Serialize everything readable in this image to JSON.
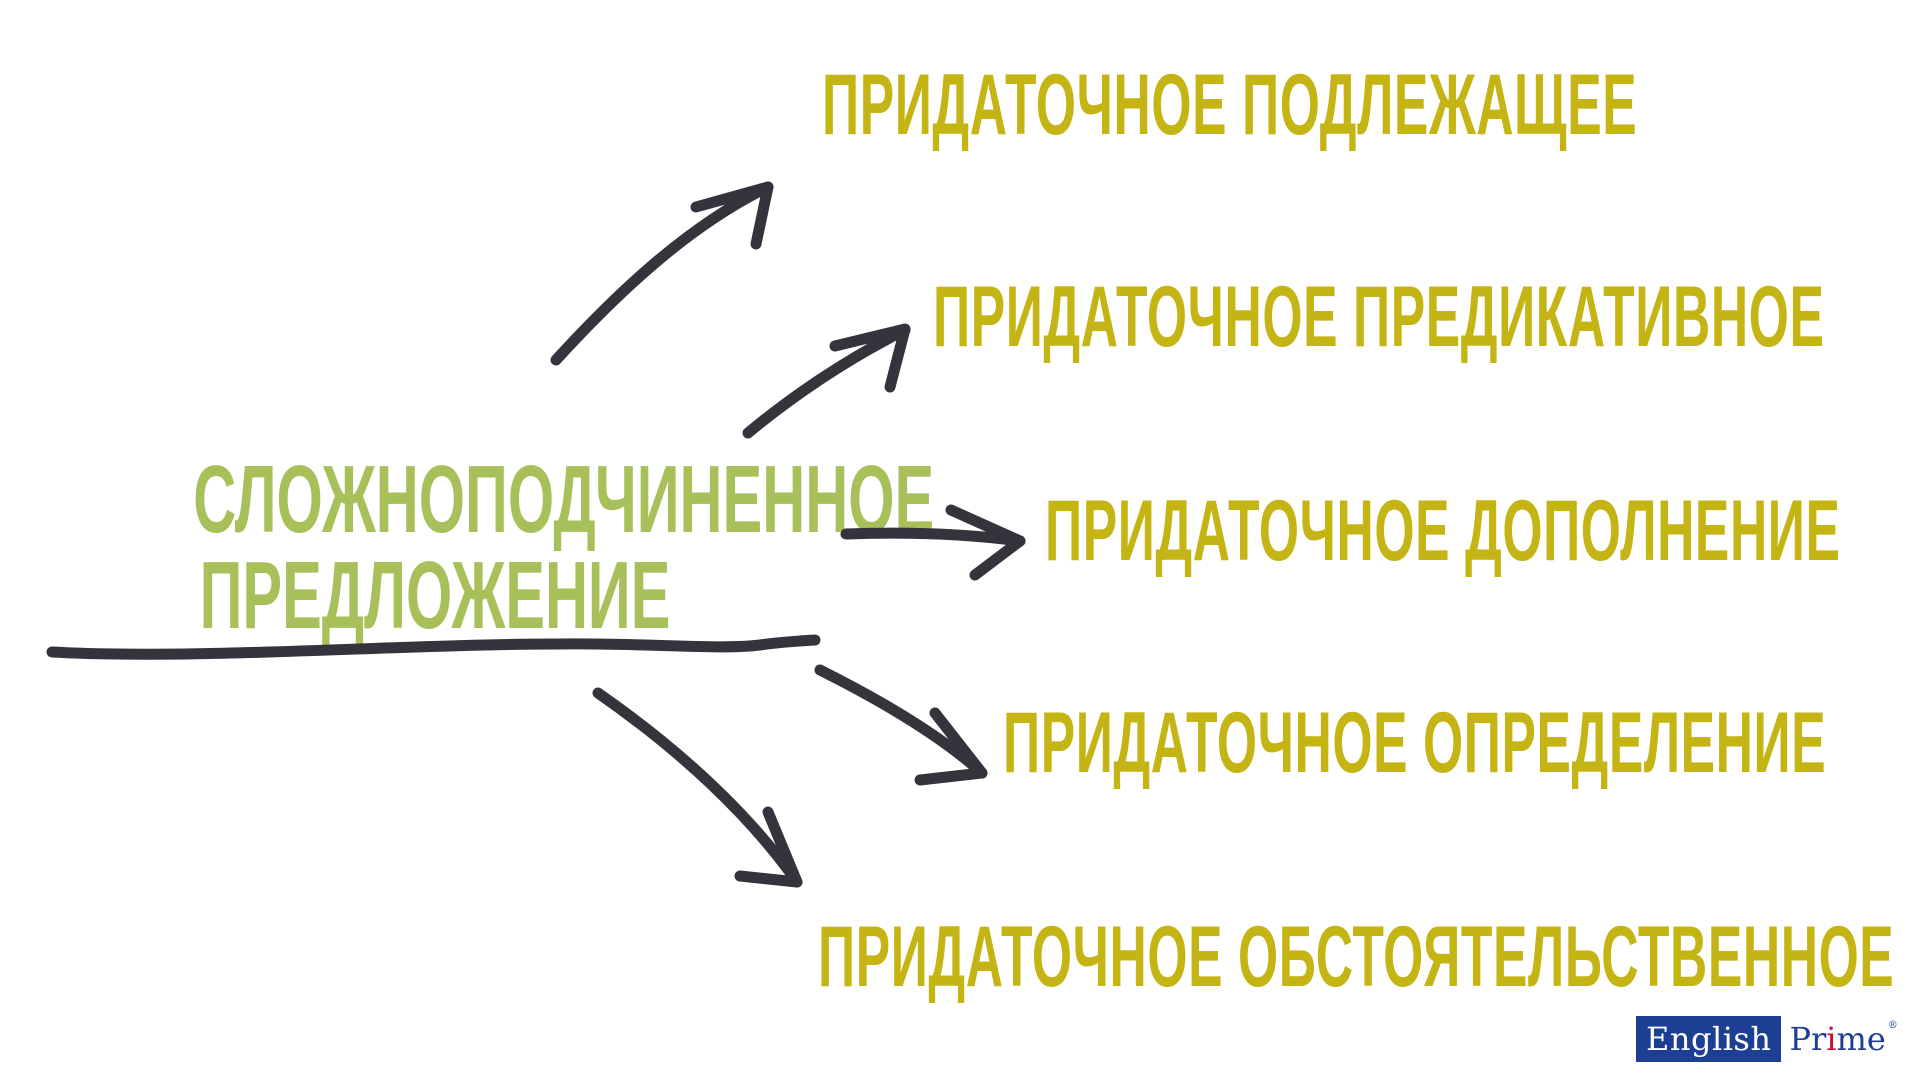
{
  "diagram": {
    "main": {
      "line1": "СЛОЖНОПОДЧИНЕННОЕ",
      "line2": "ПРЕДЛОЖЕНИЕ"
    },
    "branches": [
      {
        "label": "ПРИДАТОЧНОЕ ПОДЛЕЖАЩЕЕ"
      },
      {
        "label": "ПРИДАТОЧНОЕ ПРЕДИКАТИВНОЕ"
      },
      {
        "label": "ПРИДАТОЧНОЕ ДОПОЛНЕНИЕ"
      },
      {
        "label": "ПРИДАТОЧНОЕ ОПРЕДЕЛЕНИЕ"
      },
      {
        "label": "ПРИДАТОЧНОЕ ОБСТОЯТЕЛЬСТВЕННОЕ"
      }
    ],
    "colors": {
      "main_text": "#a8c05a",
      "branch_text": "#c4b414",
      "arrow": "#35333c",
      "logo_blue": "#1c3f94",
      "logo_red": "#c8102e"
    }
  },
  "logo": {
    "box_text": "English",
    "prime_before": "Pr",
    "prime_red": "i",
    "prime_after": "me",
    "registered": "®"
  }
}
